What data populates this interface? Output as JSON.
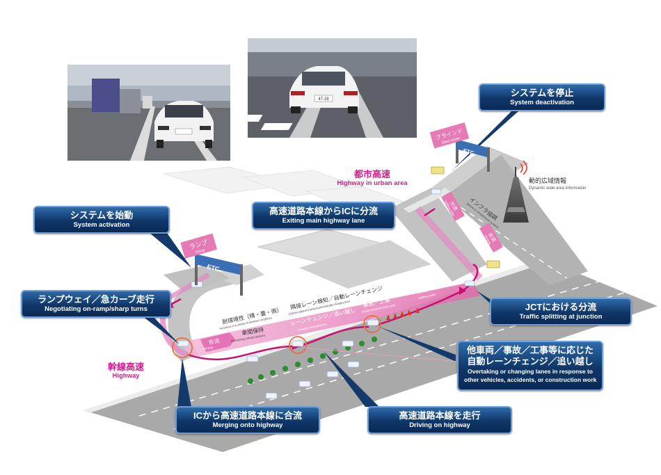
{
  "callouts": {
    "system_deactivation": {
      "jp": "システムを停止",
      "en": "System deactivation"
    },
    "exiting_main_lane": {
      "jp": "高速道路本線からICに分流",
      "en": "Exiting  main highway lane"
    },
    "system_activation": {
      "jp": "システムを始動",
      "en": "System activation"
    },
    "on_ramp": {
      "jp": "ランプウェイ／急カーブ走行",
      "en": "Negotiating on-ramp/sharp turns"
    },
    "jct_split": {
      "jp": "JCTにおける分流",
      "en": "Traffic splitting at junction"
    },
    "overtaking": {
      "jp1": "他車両／事故／工事等に応じた",
      "jp2": "自動レーンチェンジ／追い越し",
      "en1": "Overtaking or changing lanes in response to",
      "en2": "other vehicles, accidents, or construction work"
    },
    "merging": {
      "jp": "ICから高速道路本線に合流",
      "en": "Merging onto highway"
    },
    "driving": {
      "jp": "高速道路本線を走行",
      "en": "Driving on highway"
    }
  },
  "area_labels": {
    "urban": {
      "jp": "都市高速",
      "en": "Highway in urban area"
    },
    "highway": {
      "jp": "幹線高速",
      "en": "Highway"
    }
  },
  "road_signs": {
    "ramp": {
      "jp": "ランプ",
      "en": "Ramp"
    },
    "blind_corner": {
      "jp": "ブラインド",
      "en": "Blind corner"
    },
    "etc": "ETC",
    "split1": {
      "jp": "分流",
      "en": "Splitting traffic"
    },
    "merge1": {
      "jp": "合流",
      "en": "Merging"
    },
    "infra": {
      "jp": "インフラ協調",
      "en": "Vehicle-to-infrastructure systems"
    }
  },
  "tower_label": {
    "jp": "動的広域情報",
    "en": "Dynamic wide area information"
  },
  "banners": {
    "merging": {
      "jp": "合流",
      "en": "Merging"
    },
    "distance": {
      "jp": "車間保持",
      "en": "Maintaining vehicle distance"
    },
    "lane_change": {
      "jp": "レーンチェンジ／追い越し",
      "en": "Changing lanes/passing"
    },
    "accident": {
      "jp": "事故／工事",
      "en": "Accidents/construction work"
    },
    "split_jct": {
      "jp": "分流／JCT",
      "en": "Splitting traffic"
    },
    "weather": {
      "jp": "耐環境性（晴・曇・雨）",
      "en": "Functions in a variety of weather conditions"
    },
    "lane_detect": {
      "jp": "隣接レーン検知／自動レーンチェンジ",
      "en": "Checks adjacent lanes/Automatically changes lane"
    }
  },
  "photo2_plate": "47-28",
  "colors": {
    "callout_dark": "#0f3668",
    "callout_light": "#2f6aa8",
    "pink": "#d11f8a",
    "road": "#b7b7b7"
  }
}
